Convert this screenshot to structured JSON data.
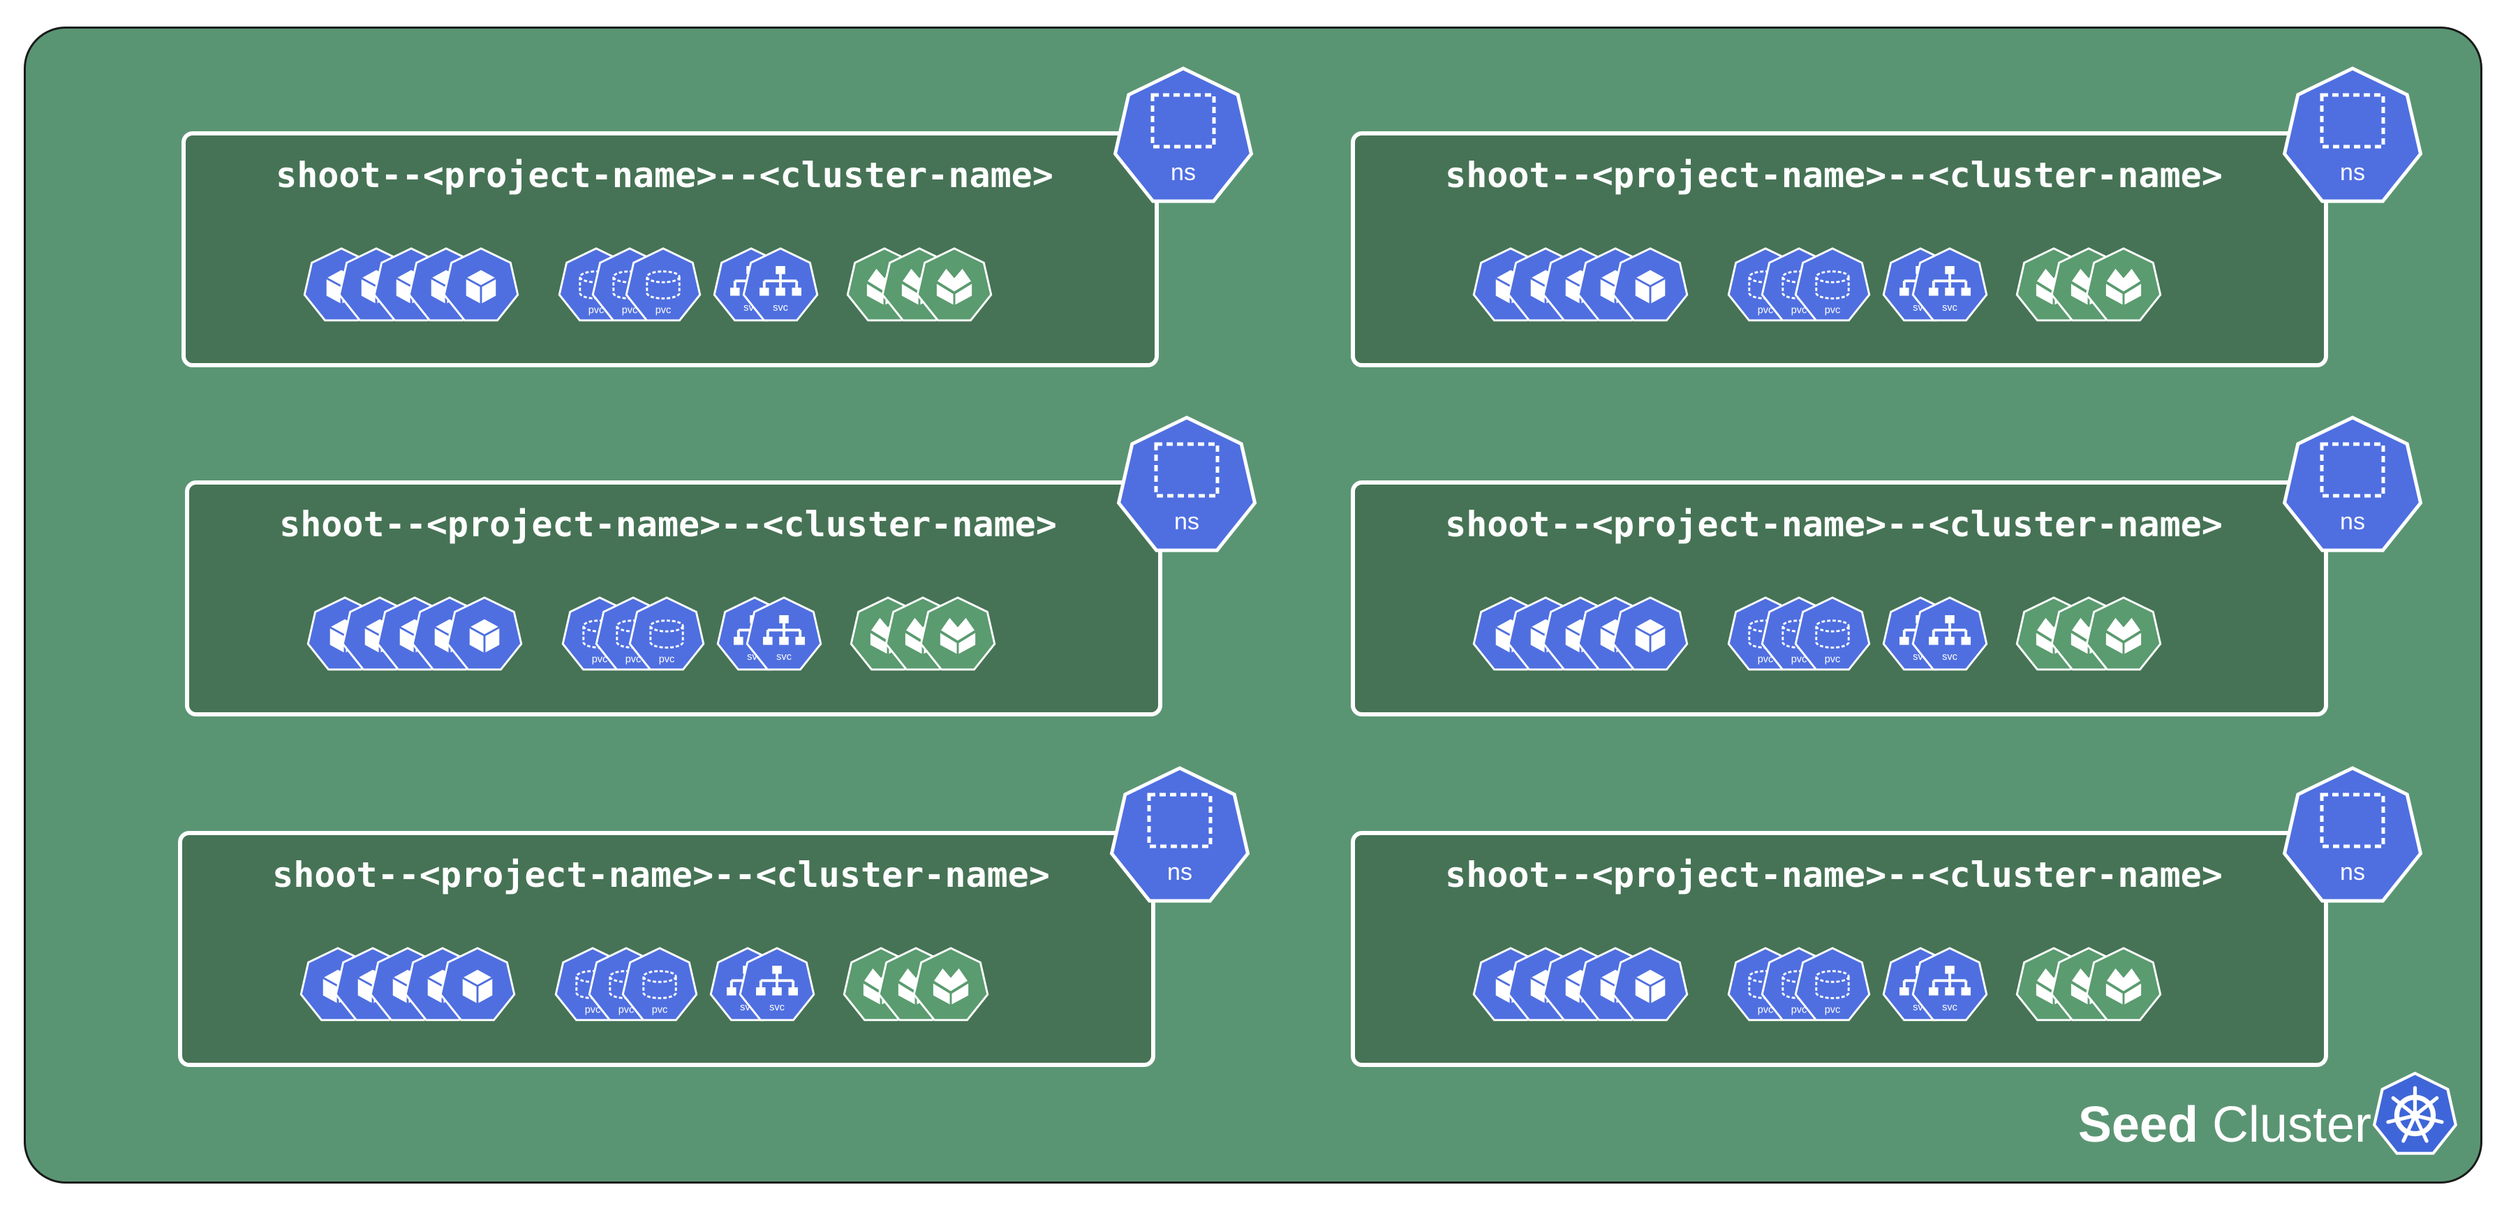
{
  "seed": {
    "label_bold": "Seed",
    "label_rest": "Cluster"
  },
  "namespaces": [
    {
      "title": "shoot--<project-name>--<cluster-name>",
      "badge": "ns"
    },
    {
      "title": "shoot--<project-name>--<cluster-name>",
      "badge": "ns"
    },
    {
      "title": "shoot--<project-name>--<cluster-name>",
      "badge": "ns"
    },
    {
      "title": "shoot--<project-name>--<cluster-name>",
      "badge": "ns"
    },
    {
      "title": "shoot--<project-name>--<cluster-name>",
      "badge": "ns"
    },
    {
      "title": "shoot--<project-name>--<cluster-name>",
      "badge": "ns"
    }
  ],
  "resource_labels": {
    "pvc": "pvc",
    "svc": "svc"
  },
  "colors": {
    "seed_bg": "#5a9573",
    "namespace_bg": "#467355",
    "k8s_blue": "#4f6fe0",
    "etcd_green": "#5a9b6f"
  }
}
